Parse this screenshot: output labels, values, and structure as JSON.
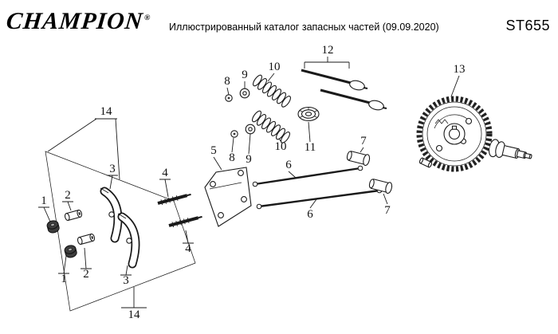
{
  "header": {
    "logo": "CHAMPION",
    "registered_mark": "®",
    "title": "Иллюстрированный каталог запасных частей (09.09.2020)",
    "model": "ST655"
  },
  "diagram": {
    "callouts": [
      {
        "label": "1"
      },
      {
        "label": "1"
      },
      {
        "label": "2"
      },
      {
        "label": "2"
      },
      {
        "label": "3"
      },
      {
        "label": "3"
      },
      {
        "label": "4"
      },
      {
        "label": "4"
      },
      {
        "label": "5"
      },
      {
        "label": "6"
      },
      {
        "label": "6"
      },
      {
        "label": "7"
      },
      {
        "label": "7"
      },
      {
        "label": "8"
      },
      {
        "label": "8"
      },
      {
        "label": "9"
      },
      {
        "label": "9"
      },
      {
        "label": "10"
      },
      {
        "label": "10"
      },
      {
        "label": "11"
      },
      {
        "label": "12"
      },
      {
        "label": "13"
      },
      {
        "label": "14"
      },
      {
        "label": "14"
      }
    ]
  }
}
